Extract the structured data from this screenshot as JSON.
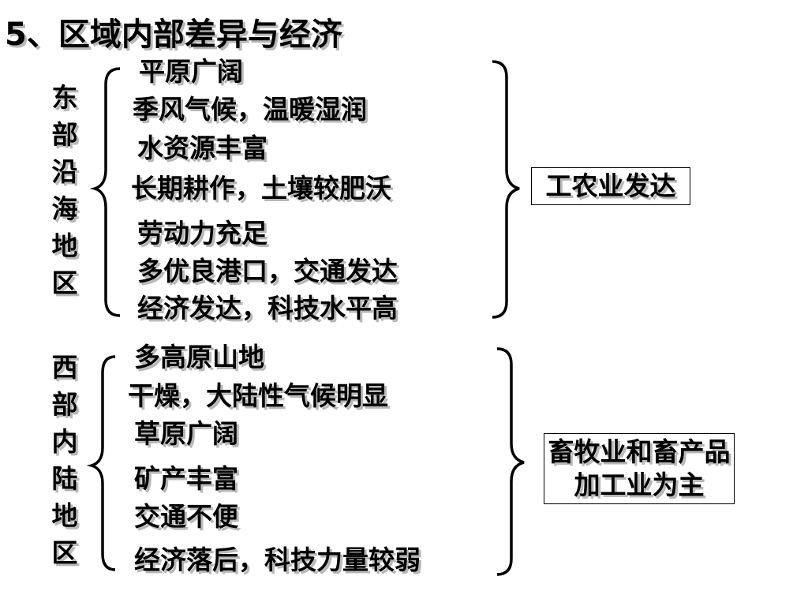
{
  "title": "5、区域内部差异与经济",
  "east": {
    "region_label": "东部沿海地区",
    "factors": [
      "平原广阔",
      "季风气候，温暖湿润",
      "水资源丰富",
      "长期耕作，土壤较肥沃",
      "劳动力充足",
      "多优良港口，交通发达",
      "经济发达，科技水平高"
    ],
    "result": "工农业发达"
  },
  "west": {
    "region_label": "西部内陆地区",
    "factors": [
      "多高原山地",
      "干燥，大陆性气候明显",
      "草原广阔",
      "矿产丰富",
      "交通不便",
      "经济落后，科技力量较弱"
    ],
    "result": "畜牧业和畜产品加工业为主"
  }
}
